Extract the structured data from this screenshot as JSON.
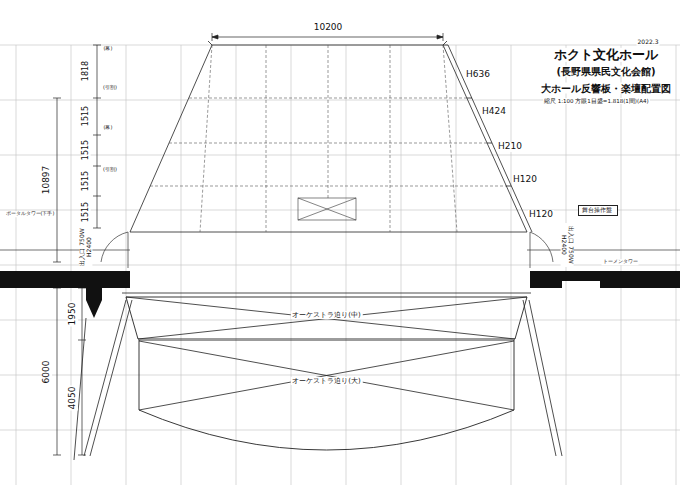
{
  "diagram": {
    "title": "ホクト文化ホール",
    "nodes": [
      {
        "text": [
          "舞台操作盤"
        ]
      },
      {
        "text": [
          "オーケストラ迫り(中)"
        ]
      },
      {
        "text": [
          "オーケストラ迫り(大)"
        ]
      }
    ],
    "labels": [
      "2022.3",
      "(長野県県民文化会館)",
      "大ホール反響板・楽壇配置図",
      "縮尺 1:100 方眼1目盛=1.818(1間)(A4)",
      "10200",
      "1818",
      "1515",
      "1515",
      "1515",
      "1515",
      "10897",
      "H636",
      "H424",
      "H210",
      "H120",
      "H120",
      "(幕)",
      "(引割)",
      "(幕)",
      "(引割)",
      "ポータルタワー(下手)",
      "出入口 750W H2400",
      "出入口 750W H2400",
      "トーメンタワー",
      "1950",
      "6000",
      "4050"
    ]
  }
}
